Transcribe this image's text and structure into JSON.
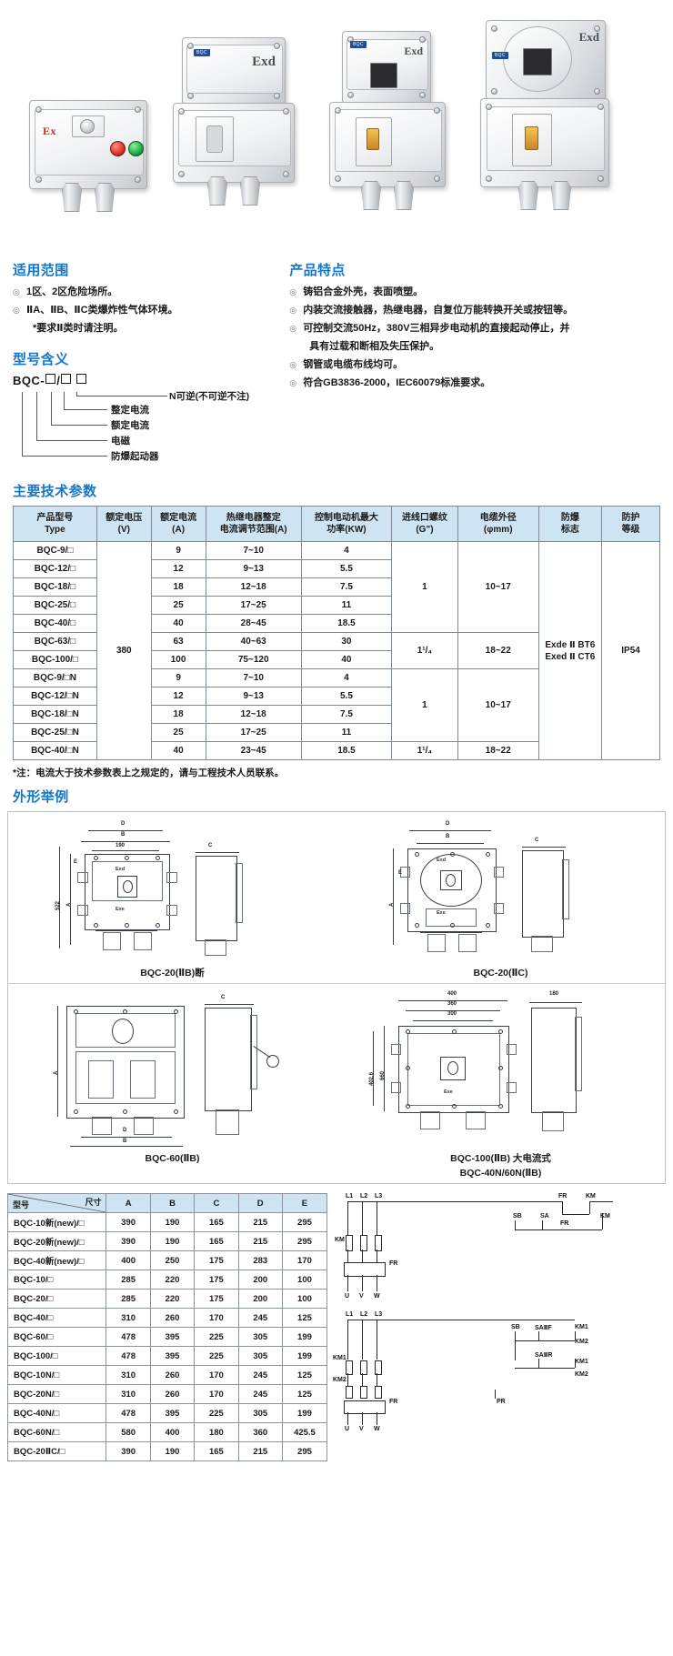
{
  "products": [
    {
      "name": "bqc-small-starter",
      "label": "Ex"
    },
    {
      "name": "bqc-exd-starter",
      "label": "Exd"
    },
    {
      "name": "bqc-double-starter",
      "label": "Exd"
    },
    {
      "name": "bqc-round-lid-starter",
      "label": "Exd"
    }
  ],
  "scope": {
    "title": "适用范围",
    "items": [
      "1区、2区危险场所。",
      "ⅡA、ⅡB、ⅡC类爆炸性气体环境。"
    ],
    "note": "*要求Ⅱ类时请注明。"
  },
  "features": {
    "title": "产品特点",
    "items": [
      "铸铝合金外壳，表面喷塑。",
      "内装交流接触器，热继电器，自复位万能转换开关或按钮等。",
      "可控制交流50Hz，380V三相异步电动机的直接起动停止，并",
      "具有过载和断相及失压保护。",
      "钢管或电缆布线均可。",
      "符合GB3836-2000，IEC60079标准要求。"
    ]
  },
  "model_meaning": {
    "title": "型号含义",
    "code_prefix": "BQC",
    "code_dash": "-",
    "code_slash": "/",
    "labels": [
      "N可逆(不可逆不注)",
      "整定电流",
      "额定电流",
      "电磁",
      "防爆起动器"
    ]
  },
  "spec": {
    "title": "主要技术参数",
    "headers": [
      {
        "line1": "产品型号",
        "line2": "Type"
      },
      {
        "line1": "额定电压",
        "line2": "(V)"
      },
      {
        "line1": "额定电流",
        "line2": "(A)"
      },
      {
        "line1": "热继电器整定",
        "line2": "电流调节范围(A)"
      },
      {
        "line1": "控制电动机最大",
        "line2": "功率(KW)"
      },
      {
        "line1": "进线口螺纹",
        "line2": "(G\")"
      },
      {
        "line1": "电缆外径",
        "line2": "(φmm)"
      },
      {
        "line1": "防爆",
        "line2": "标志"
      },
      {
        "line1": "防护",
        "line2": "等级"
      }
    ],
    "rows": [
      {
        "type": "BQC-9/□",
        "current": "9",
        "range": "7~10",
        "power": "4"
      },
      {
        "type": "BQC-12/□",
        "current": "12",
        "range": "9~13",
        "power": "5.5"
      },
      {
        "type": "BQC-18/□",
        "current": "18",
        "range": "12~18",
        "power": "7.5"
      },
      {
        "type": "BQC-25/□",
        "current": "25",
        "range": "17~25",
        "power": "11"
      },
      {
        "type": "BQC-40/□",
        "current": "40",
        "range": "28~45",
        "power": "18.5"
      },
      {
        "type": "BQC-63/□",
        "current": "63",
        "range": "40~63",
        "power": "30"
      },
      {
        "type": "BQC-100/□",
        "current": "100",
        "range": "75~120",
        "power": "40"
      },
      {
        "type": "BQC-9/□N",
        "current": "9",
        "range": "7~10",
        "power": "4"
      },
      {
        "type": "BQC-12/□N",
        "current": "12",
        "range": "9~13",
        "power": "5.5"
      },
      {
        "type": "BQC-18/□N",
        "current": "18",
        "range": "12~18",
        "power": "7.5"
      },
      {
        "type": "BQC-25/□N",
        "current": "25",
        "range": "17~25",
        "power": "11"
      },
      {
        "type": "BQC-40/□N",
        "current": "40",
        "range": "23~45",
        "power": "18.5"
      }
    ],
    "voltage": "380",
    "thread_1": "1",
    "thread_2": "1¹/₄",
    "thread_3": "1",
    "thread_4": "1¹/₄",
    "cable_1": "10~17",
    "cable_2": "18~22",
    "cable_3": "10~17",
    "cable_4": "18~22",
    "ex_mark_1": "Exde Ⅱ BT6",
    "ex_mark_2": "Exed Ⅱ CT6",
    "ip": "IP54",
    "note": "*注：电流大于技术参数表上之规定的，请与工程技术人员联系。"
  },
  "outline": {
    "title": "外形举例",
    "captions": [
      "BQC-20(ⅡB)断",
      "BQC-20(ⅡC)",
      "BQC-60(ⅡB)",
      "BQC-100(ⅡB) 大电流式",
      "BQC-40N/60N(ⅡB)"
    ],
    "dims_dwg1": {
      "D": "D",
      "B": "B",
      "A": "A",
      "C": "C",
      "E": "E",
      "v190": "190",
      "v522": "522"
    },
    "dims_dwg2": {
      "D": "D",
      "B": "B",
      "A": "A",
      "C": "C",
      "E": "E"
    },
    "dims_dwg3": {
      "A": "A",
      "B": "B",
      "C": "C",
      "D": "D"
    },
    "dims_dwg4": {
      "w400": "400",
      "w360": "360",
      "w300": "300",
      "w180": "180",
      "h660": "660",
      "h402": "402.6"
    },
    "marks": {
      "exd": "Exd",
      "exe": "Exe"
    }
  },
  "dimension_table": {
    "corner_top": "尺寸",
    "corner_bottom": "型号",
    "headers": [
      "A",
      "B",
      "C",
      "D",
      "E"
    ],
    "rows": [
      {
        "model": "BQC-10新(new)/□",
        "A": "390",
        "B": "190",
        "C": "165",
        "D": "215",
        "E": "295"
      },
      {
        "model": "BQC-20新(new)/□",
        "A": "390",
        "B": "190",
        "C": "165",
        "D": "215",
        "E": "295"
      },
      {
        "model": "BQC-40新(new)/□",
        "A": "400",
        "B": "250",
        "C": "175",
        "D": "283",
        "E": "170"
      },
      {
        "model": "BQC-10/□",
        "A": "285",
        "B": "220",
        "C": "175",
        "D": "200",
        "E": "100"
      },
      {
        "model": "BQC-20/□",
        "A": "285",
        "B": "220",
        "C": "175",
        "D": "200",
        "E": "100"
      },
      {
        "model": "BQC-40/□",
        "A": "310",
        "B": "260",
        "C": "170",
        "D": "245",
        "E": "125"
      },
      {
        "model": "BQC-60/□",
        "A": "478",
        "B": "395",
        "C": "225",
        "D": "305",
        "E": "199"
      },
      {
        "model": "BQC-100/□",
        "A": "478",
        "B": "395",
        "C": "225",
        "D": "305",
        "E": "199"
      },
      {
        "model": "BQC-10N/□",
        "A": "310",
        "B": "260",
        "C": "170",
        "D": "245",
        "E": "125"
      },
      {
        "model": "BQC-20N/□",
        "A": "310",
        "B": "260",
        "C": "170",
        "D": "245",
        "E": "125"
      },
      {
        "model": "BQC-40N/□",
        "A": "478",
        "B": "395",
        "C": "225",
        "D": "305",
        "E": "199"
      },
      {
        "model": "BQC-60N/□",
        "A": "580",
        "B": "400",
        "C": "180",
        "D": "360",
        "E": "425.5"
      },
      {
        "model": "BQC-20ⅡC/□",
        "A": "390",
        "B": "190",
        "C": "165",
        "D": "215",
        "E": "295"
      }
    ]
  },
  "circuit": {
    "top_labels": [
      "L1",
      "L2",
      "L3",
      "FR",
      "KM",
      "SB",
      "SA",
      "FR",
      "KM"
    ],
    "top_left": "KM",
    "top_mid": "FR",
    "top_out": [
      "U",
      "V",
      "W"
    ],
    "bot_labels": [
      "L1",
      "L2",
      "L3",
      "SB",
      "SAⅡF",
      "KM1",
      "KM2",
      "SAⅡR",
      "KM1",
      "KM2"
    ],
    "bot_left": [
      "KM1",
      "KM2",
      "FR"
    ],
    "bot_out": [
      "U",
      "V",
      "W"
    ],
    "bot_pr": "PR"
  },
  "colors": {
    "heading_blue": "#1277cc",
    "table_header": "#cfe4f3",
    "border": "#7f8a94",
    "red_button": "#d92b1c",
    "green_button": "#17a53a"
  }
}
